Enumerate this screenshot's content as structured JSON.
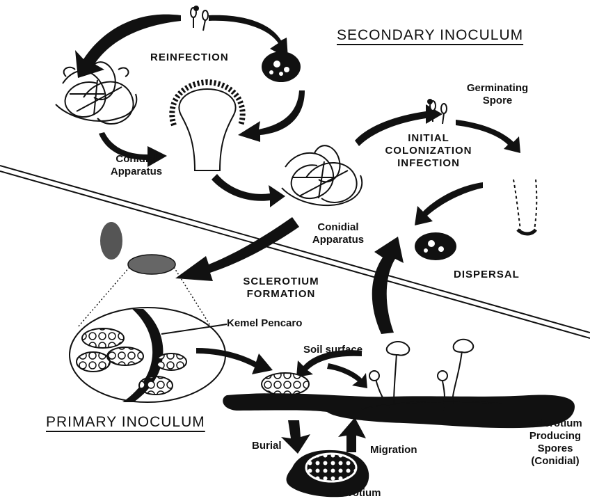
{
  "title_secondary": "SECONDARY INOCULUM",
  "title_primary": "PRIMARY INOCULUM",
  "labels": {
    "reinfection": "REINFECTION",
    "germinating_spore": "Germinating Spore",
    "initial_colonization": "INITIAL COLONIZATION INFECTION",
    "conidial_apparatus_left": "Conidial Apparatus",
    "conidial_apparatus_center": "Conidial Apparatus",
    "dispersal": "DISPERSAL",
    "sclerotium_formation": "SCLEROTIUM FORMATION",
    "kernel_pencaro": "Kemel Pencaro",
    "soil_surface": "Soil surface",
    "sclerotium_producing_spores": "Sclerotium Producing Spores (Conidial)",
    "burial": "Burial",
    "migration": "Migration",
    "sclerotium": "Sclerotium"
  },
  "colors": {
    "ink": "#111111",
    "background": "#ffffff"
  }
}
